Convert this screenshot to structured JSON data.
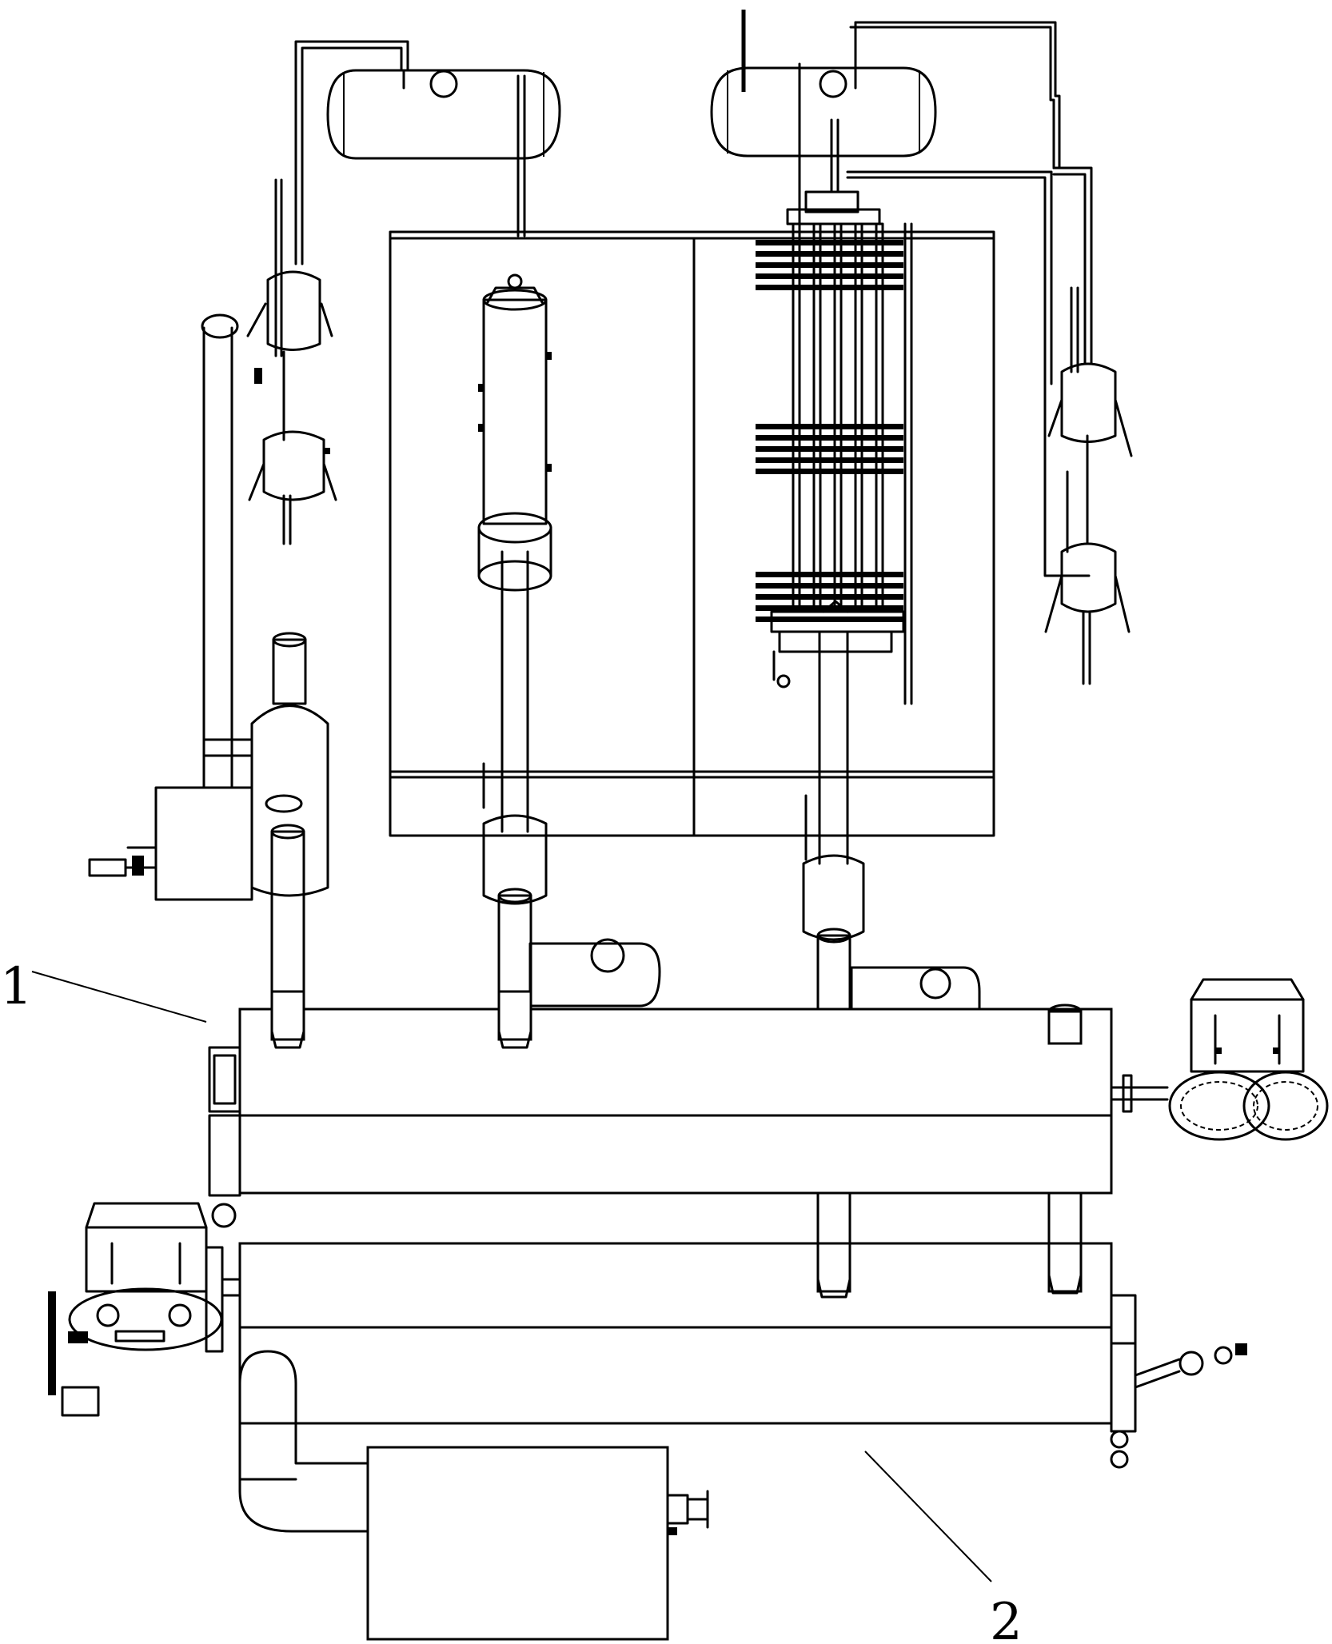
{
  "figure": {
    "labels": [
      {
        "id": "1",
        "text": "1"
      },
      {
        "id": "2",
        "text": "2"
      }
    ]
  },
  "colors": {
    "line": "#000000",
    "background": "#ffffff"
  }
}
